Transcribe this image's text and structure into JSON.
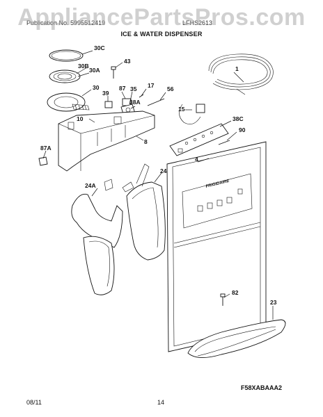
{
  "watermark": "AppliancePartsPros.com",
  "header": {
    "left": "Publication No. 5995512419",
    "right": "LFHS2613",
    "title": "ICE & WATER DISPENSER"
  },
  "brand_text": "FRIGIDAIRE",
  "parts": [
    "30C",
    "30B",
    "30A",
    "43",
    "1",
    "30",
    "39",
    "87",
    "35",
    "17",
    "56",
    "38A",
    "15",
    "38C",
    "10",
    "90",
    "8",
    "87A",
    "4",
    "24",
    "24A",
    "82",
    "23"
  ],
  "diagram_code": "F58XABAAA2",
  "footer": {
    "date": "08/11",
    "page": "14"
  }
}
